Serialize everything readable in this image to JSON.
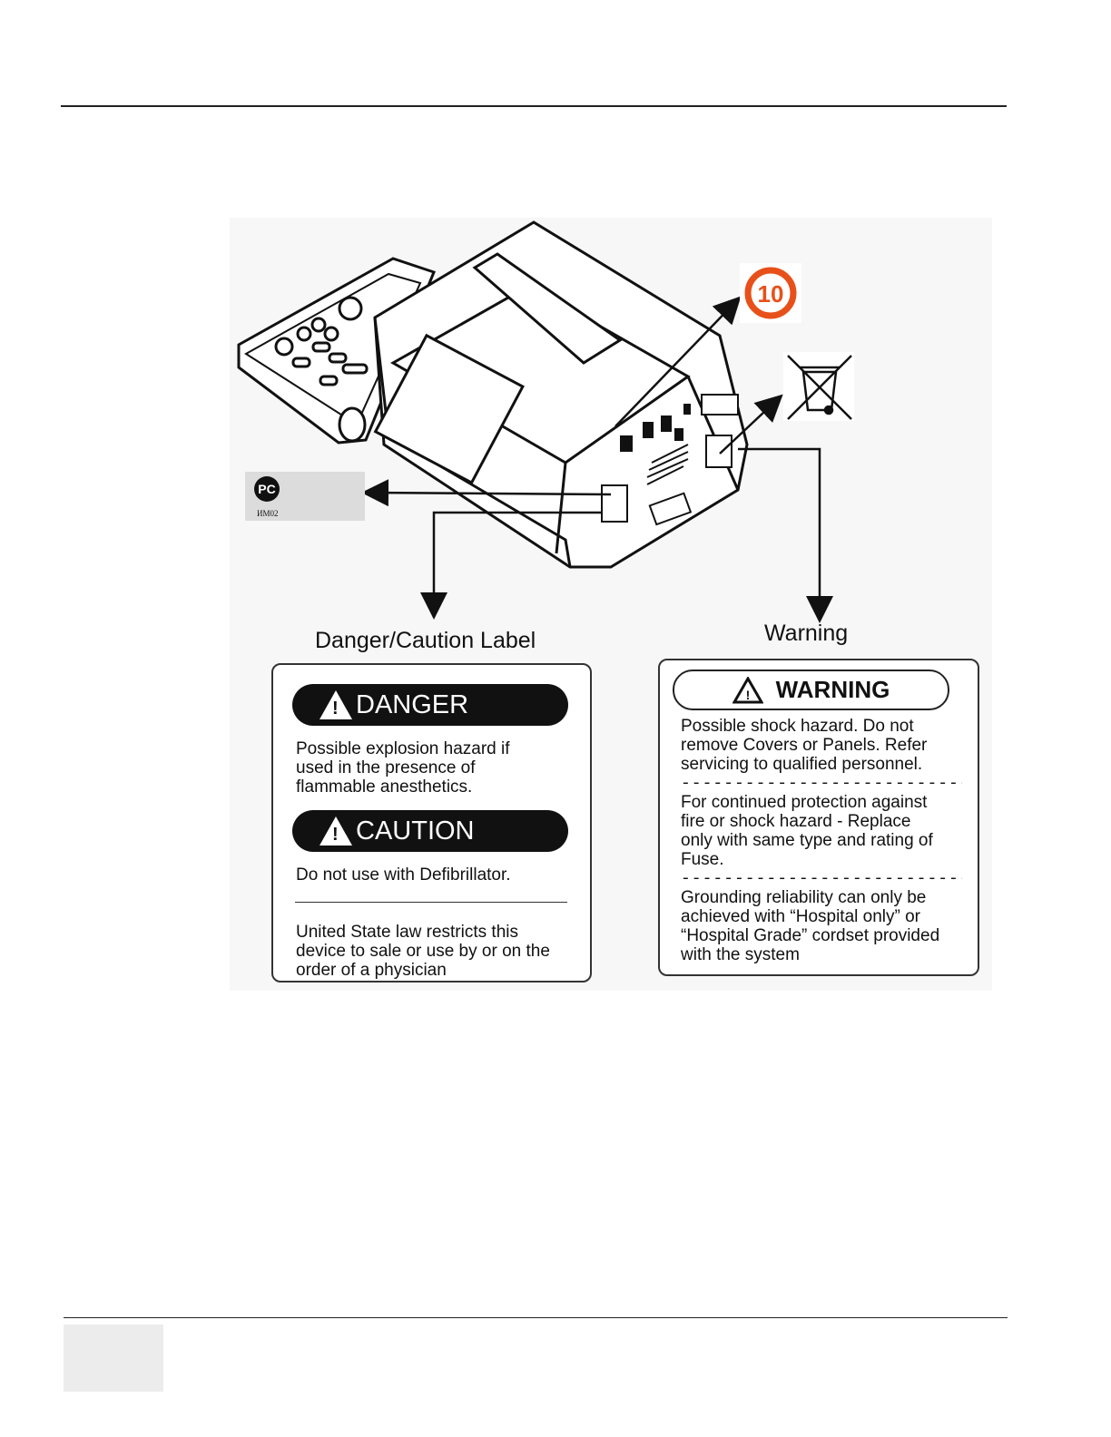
{
  "figure": {
    "label_danger_caution": "Danger/Caution  Label",
    "label_warning": "Warning",
    "gost_code": "ИМ02",
    "rohs_number": "10"
  },
  "danger_label": {
    "danger_title": "DANGER",
    "danger_text": [
      "Possible explosion hazard if",
      "used in the presence of",
      "flammable anesthetics."
    ],
    "caution_title": "CAUTION",
    "caution_text": "Do not use with Defibrillator.",
    "law_text": [
      "United State law restricts this",
      "device to sale or use by or on the",
      "order of a physician"
    ]
  },
  "warning_label": {
    "title": "WARNING",
    "para1": [
      "Possible shock hazard. Do not",
      "remove Covers or Panels. Refer",
      "servicing to qualified personnel."
    ],
    "para2": [
      "For continued protection against",
      " fire or shock hazard - Replace",
      "only with same type and rating of",
      "Fuse."
    ],
    "para3": [
      "Grounding reliability can only  be",
      "achieved with “Hospital only” or",
      "“Hospital Grade” cordset provided",
      "with the system"
    ],
    "separator": "----------------------------"
  }
}
